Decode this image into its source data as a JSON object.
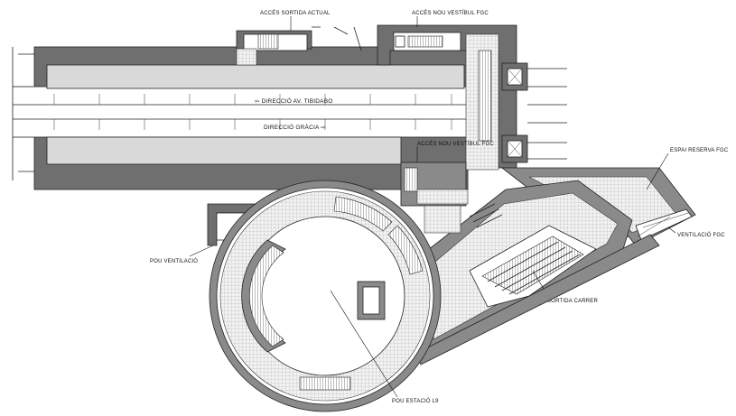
{
  "labels": {
    "acces_sortida_actual": "ACCÉS SORTIDA ACTUAL",
    "acces_nou_vestibul_top": "ACCÉS NOU VESTÍBUL FGC",
    "acces_nou_vestibul_mid": "ACCÉS NOU VESTÍBUL FGC",
    "direccio_tibidabo": "⇦ DIRECCIÓ AV. TIBIDABO",
    "direccio_gracia": "DIRECCIÓ GRÀCIA ⇨",
    "espai_reserva": "ESPAI RESERVA FGC",
    "ventilacio_fgc": "VENTILACIÓ FGC",
    "pou_ventilacio": "POU VENTILACIÓ",
    "sortida_carrer": "SORTIDA CARRER",
    "pou_estacio": "POU ESTACIÓ L9"
  }
}
